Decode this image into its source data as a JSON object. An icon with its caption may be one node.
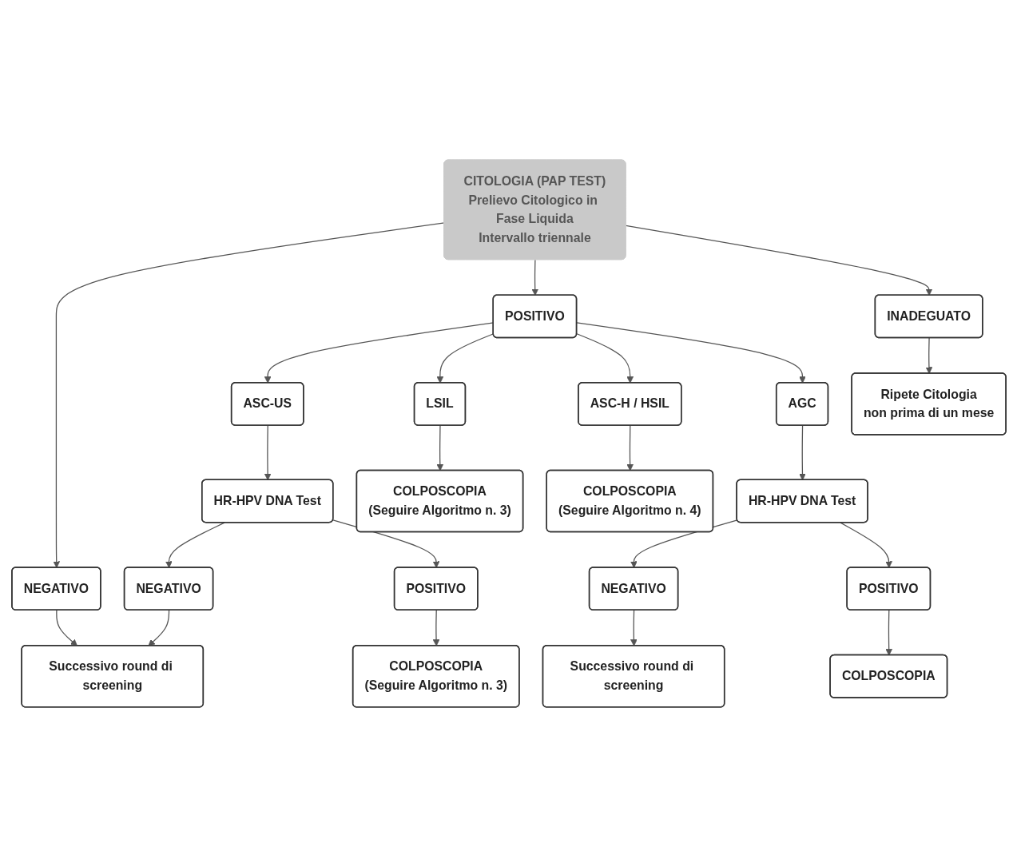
{
  "diagram": {
    "nodes": [
      {
        "text": [
          "CITOLOGIA (PAP TEST)",
          "Prelievo Citologico in Fase Liquida",
          "Intervallo triennale"
        ]
      },
      {
        "text": [
          "NEGATIVO"
        ]
      },
      {
        "text": [
          "POSITIVO"
        ]
      },
      {
        "text": [
          "INADEGUATO"
        ]
      },
      {
        "text": [
          "Successivo round di screening"
        ]
      },
      {
        "text": [
          "ASC-US"
        ]
      },
      {
        "text": [
          "LSIL"
        ]
      },
      {
        "text": [
          "ASC-H / HSIL"
        ]
      },
      {
        "text": [
          "AGC"
        ]
      },
      {
        "text": [
          "Ripete Citologia",
          "non prima di un mese"
        ]
      },
      {
        "text": [
          "HR-HPV DNA Test"
        ]
      },
      {
        "text": [
          "COLPOSCOPIA",
          "(Seguire Algoritmo n. 3)"
        ]
      },
      {
        "text": [
          "COLPOSCOPIA",
          "(Seguire Algoritmo n. 4)"
        ]
      },
      {
        "text": [
          "HR-HPV DNA Test"
        ]
      },
      {
        "text": [
          "NEGATIVO"
        ]
      },
      {
        "text": [
          "POSITIVO"
        ]
      },
      {
        "text": [
          "NEGATIVO"
        ]
      },
      {
        "text": [
          "POSITIVO"
        ]
      },
      {
        "text": [
          "COLPOSCOPIA",
          "(Seguire Algoritmo n. 3)"
        ]
      },
      {
        "text": [
          "Successivo round di screening"
        ]
      },
      {
        "text": [
          "COLPOSCOPIA"
        ]
      }
    ],
    "edges": [
      {
        "from": 0,
        "to": 1,
        "arrow": "to"
      },
      {
        "from": 0,
        "to": 2,
        "arrow": "to"
      },
      {
        "from": 0,
        "to": 3,
        "arrow": "to"
      },
      {
        "from": 1,
        "to": 4,
        "arrow": "to"
      },
      {
        "from": 2,
        "to": 5,
        "arrow": "to"
      },
      {
        "from": 2,
        "to": 6,
        "arrow": "to"
      },
      {
        "from": 2,
        "to": 7,
        "arrow": "to"
      },
      {
        "from": 2,
        "to": 8,
        "arrow": "to"
      },
      {
        "from": 3,
        "to": 9,
        "arrow": "to"
      },
      {
        "from": 5,
        "to": 10,
        "arrow": "to"
      },
      {
        "from": 6,
        "to": 11,
        "arrow": "to"
      },
      {
        "from": 7,
        "to": 12,
        "arrow": "to"
      },
      {
        "from": 8,
        "to": 13,
        "arrow": "to"
      },
      {
        "from": 10,
        "to": 14,
        "arrow": "to"
      },
      {
        "from": 10,
        "to": 15,
        "arrow": "to"
      },
      {
        "from": 14,
        "to": 4,
        "arrow": "to"
      },
      {
        "from": 15,
        "to": 18,
        "arrow": "to"
      },
      {
        "from": 13,
        "to": 16,
        "arrow": "to"
      },
      {
        "from": 13,
        "to": 17,
        "arrow": "to"
      },
      {
        "from": 16,
        "to": 19,
        "arrow": "to"
      },
      {
        "from": 17,
        "to": 20,
        "arrow": "to"
      }
    ]
  }
}
